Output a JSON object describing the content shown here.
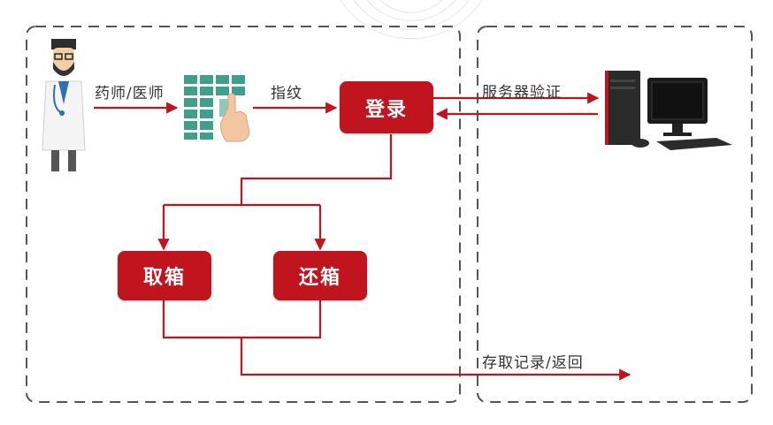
{
  "diagram": {
    "labels": {
      "pharmacist": "药师/医师",
      "fingerprint": "指纹",
      "server_verify": "服务器验证",
      "access_record": "存取记录/返回"
    },
    "nodes": {
      "login": "登录",
      "take_box": "取箱",
      "return_box": "还箱"
    },
    "colors": {
      "accent": "#c0141e",
      "keypad": "#3f9f8a",
      "border": "#555555"
    },
    "icons": {
      "person": "doctor-icon",
      "keypad": "fingerprint-keypad-icon",
      "server": "desktop-computer-icon"
    }
  }
}
